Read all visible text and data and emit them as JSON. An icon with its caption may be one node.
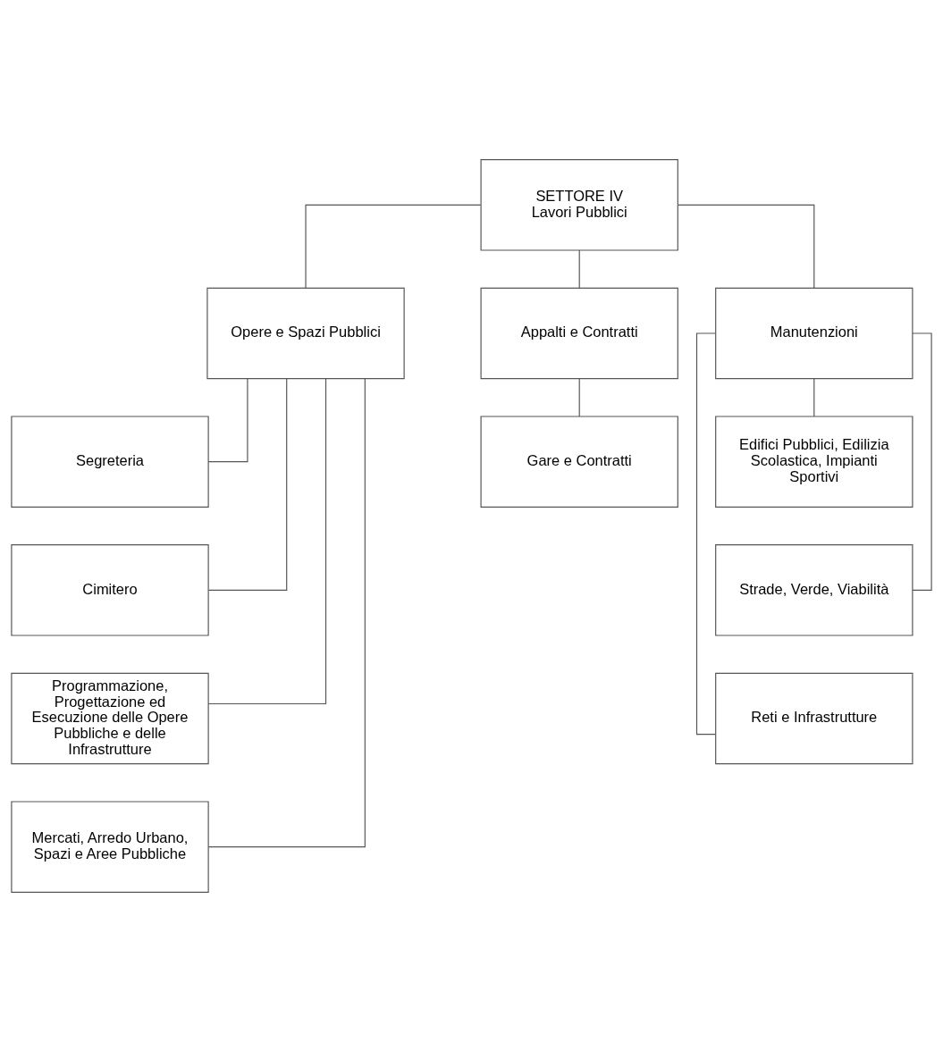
{
  "diagram": {
    "nodes": [
      {
        "text": [
          "SETTORE IV",
          "Lavori Pubblici"
        ]
      },
      {
        "text": [
          "Opere e Spazi Pubblici"
        ]
      },
      {
        "text": [
          "Appalti e Contratti"
        ]
      },
      {
        "text": [
          "Manutenzioni"
        ]
      },
      {
        "text": [
          "Segreteria"
        ]
      },
      {
        "text": [
          "Gare e Contratti"
        ]
      },
      {
        "text": [
          "Edifici Pubblici, Edilizia Scolastica, Impianti Sportivi"
        ]
      },
      {
        "text": [
          "Cimitero"
        ]
      },
      {
        "text": [
          "Strade, Verde, Viabilità"
        ]
      },
      {
        "text": [
          "Programmazione, Progettazione ed Esecuzione delle Opere Pubbliche e delle Infrastrutture"
        ]
      },
      {
        "text": [
          "Reti e Infrastrutture"
        ]
      },
      {
        "text": [
          "Mercati, Arredo Urbano, Spazi e Aree Pubbliche"
        ]
      }
    ],
    "edges": [
      {
        "from": 0,
        "to": 1,
        "arrow": "none"
      },
      {
        "from": 0,
        "to": 2,
        "arrow": "none"
      },
      {
        "from": 0,
        "to": 3,
        "arrow": "none"
      },
      {
        "from": 1,
        "to": 4,
        "arrow": "none"
      },
      {
        "from": 1,
        "to": 7,
        "arrow": "none"
      },
      {
        "from": 1,
        "to": 9,
        "arrow": "none"
      },
      {
        "from": 1,
        "to": 11,
        "arrow": "none"
      },
      {
        "from": 2,
        "to": 5,
        "arrow": "none"
      },
      {
        "from": 3,
        "to": 6,
        "arrow": "none"
      },
      {
        "from": 3,
        "to": 8,
        "arrow": "none"
      },
      {
        "from": 3,
        "to": 10,
        "arrow": "none"
      }
    ]
  }
}
